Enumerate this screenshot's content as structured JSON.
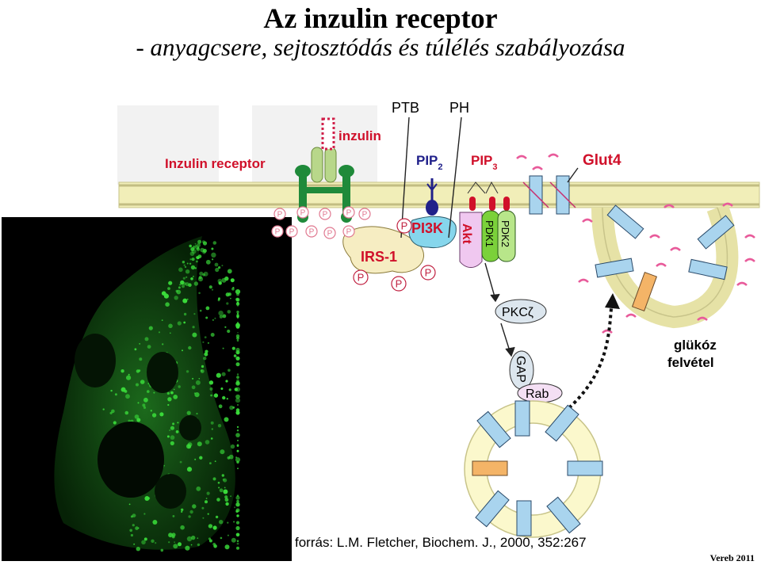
{
  "slide": {
    "title": "Az inzulin receptor",
    "subtitle": "- anyagcsere, sejtosztódás és túlélés szabályozása",
    "source": "forrás: L.M. Fletcher, Biochem. J., 2000, 352:267",
    "author": "Vereb 2011"
  },
  "diagram": {
    "labels": {
      "insulin_receptor": "Inzulin receptor",
      "insulin": "inzulin",
      "ptb": "PTB",
      "ph": "PH",
      "pip2": "PIP",
      "pip2_sub": "2",
      "pip3": "PIP",
      "pip3_sub": "3",
      "glut4": "Glut4",
      "irs1": "IRS-1",
      "pi3k": "PI3K",
      "akt": "Akt",
      "pdk1": "PDK1",
      "pdk2": "PDK2",
      "pkc_zeta": "PKCζ",
      "gap": "GAP",
      "rab": "Rab",
      "glucose_uptake_line1": "glükóz",
      "glucose_uptake_line2": "felvétel",
      "phospho": "P"
    },
    "colors": {
      "membrane": "#f1eeb8",
      "membrane_edge": "#c8c48a",
      "receptor_green": "#1f8a3a",
      "insulin_green": "#b8d78a",
      "label_red": "#d0102a",
      "label_navy": "#20208a",
      "pi3k_cyan": "#86d6ec",
      "pdk_green": "#7bd13a",
      "akt_lilac": "#f0c8f0",
      "irs_cream": "#f6edc2",
      "glut_blue": "#a9d4ee",
      "glut_orange": "#f4b467",
      "vesicle_fill": "#fbf8cc",
      "fluor_green": "#3adc3a"
    }
  }
}
